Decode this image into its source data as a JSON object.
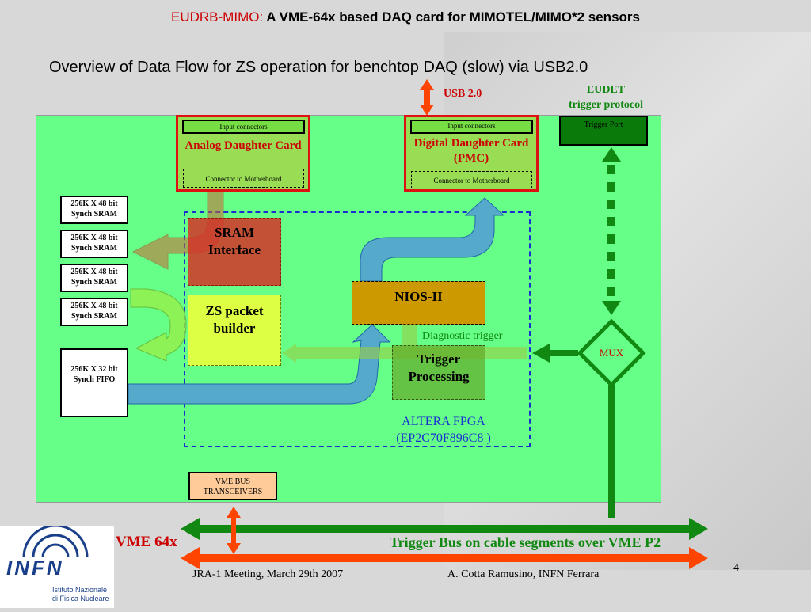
{
  "header": {
    "title_prefix": "EUDRB-MIMO:",
    "title_main": "A VME-64x based DAQ card for MIMOTEL/MIMO*2 sensors",
    "subtitle": "Overview of Data Flow for ZS operation for benchtop DAQ (slow) via USB2.0"
  },
  "labels": {
    "usb": "USB 2.0",
    "eudet_1": "EUDET",
    "eudet_2": "trigger protocol",
    "trigger_port": "Trigger Port",
    "mux": "MUX",
    "diagnostic": "Diagnostic trigger",
    "fpga_1": "ALTERA FPGA",
    "fpga_2": "(EP2C70F896C8 )",
    "vme64x": "VME 64x",
    "trigger_bus": "Trigger Bus on cable segments over VME P2",
    "vme_bus_1": "VME BUS",
    "vme_bus_2": "TRANSCEIVERS"
  },
  "analog_card": {
    "input": "Input connectors",
    "title": "Analog Daughter Card",
    "connector": "Connector to Motherboard"
  },
  "digital_card": {
    "input": "Input connectors",
    "title_1": "Digital Daughter Card",
    "title_2": "(PMC)",
    "connector": "Connector to Motherboard"
  },
  "memories": [
    {
      "line1": "256K X 48 bit",
      "line2": "Synch SRAM"
    },
    {
      "line1": "256K X 48 bit",
      "line2": "Synch SRAM"
    },
    {
      "line1": "256K X 48 bit",
      "line2": "Synch SRAM"
    },
    {
      "line1": "256K X 48 bit",
      "line2": "Synch SRAM"
    },
    {
      "line1": "256K X 32 bit",
      "line2": "Synch FIFO"
    }
  ],
  "blocks": {
    "sram_1": "SRAM",
    "sram_2": "Interface",
    "zs_1": "ZS packet",
    "zs_2": "builder",
    "nios": "NIOS-II",
    "trig_1": "Trigger",
    "trig_2": "Processing"
  },
  "footer": {
    "meeting": "JRA-1 Meeting, March 29th 2007",
    "author": "A. Cotta Ramusino, INFN Ferrara",
    "page": "4"
  },
  "logo": {
    "name": "INFN",
    "line1": "Istituto Nazionale",
    "line2": "di Fisica Nucleare"
  },
  "colors": {
    "board": "#66ff88",
    "bus_green": "#118811",
    "bus_red": "#ff4400",
    "fpga_border": "#1a2fd0",
    "data_flow": "#55aacc"
  }
}
